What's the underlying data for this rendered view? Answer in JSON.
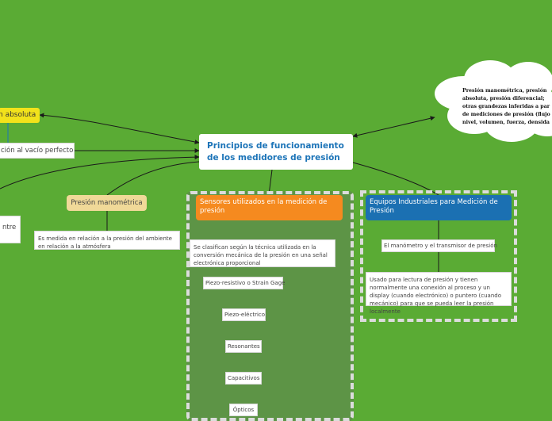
{
  "main_topic": "Principios de funcionamiento de los medidores de presión",
  "left": {
    "absoluta_label": "n absoluta",
    "vacio_note": "ción al vacío perfecto",
    "entre_note": "ntre",
    "manometrica_label": "Presión manométrica",
    "manometrica_note": "Es medida en relación a la presión del ambiente en relación a la atmósfera"
  },
  "sensores": {
    "title": "Sensores utilizados en la medición de presión",
    "note": "Se clasifican según la técnica utilizada en la conversión mecánica de la presión en una señal electrónica proporcional",
    "items": [
      "Piezo-resistivo o Strain Gage",
      "Piezo-eléctrico",
      "Resonantes",
      "Capacitivos",
      "Ópticos"
    ]
  },
  "equipos": {
    "title": "Equipos Industriales para Medición de Presión",
    "item": "El manómetro y el transmisor de presión",
    "note": "Usado para lectura de presión y tienen normalmente una conexión al proceso y un display (cuando electrónico) o puntero (cuando mecánico) para que se pueda leer la presión localmente"
  },
  "cloud": {
    "lines": [
      "Presión manométrica, presión",
      "absoluta, presión diferencial;",
      "otras grandezas inferidas a par",
      "de mediciones de presión (flujo",
      "nivel, volumen, fuerza, densida"
    ]
  },
  "colors": {
    "background": "#5aab34",
    "main_topic_text": "#1c74b8",
    "yellow_tag": "#f2e21b",
    "orange_topic": "#f58a1f",
    "blue_topic": "#1b70b2",
    "manometrica_tag": "#f0d998",
    "panel": "#5d9446"
  }
}
